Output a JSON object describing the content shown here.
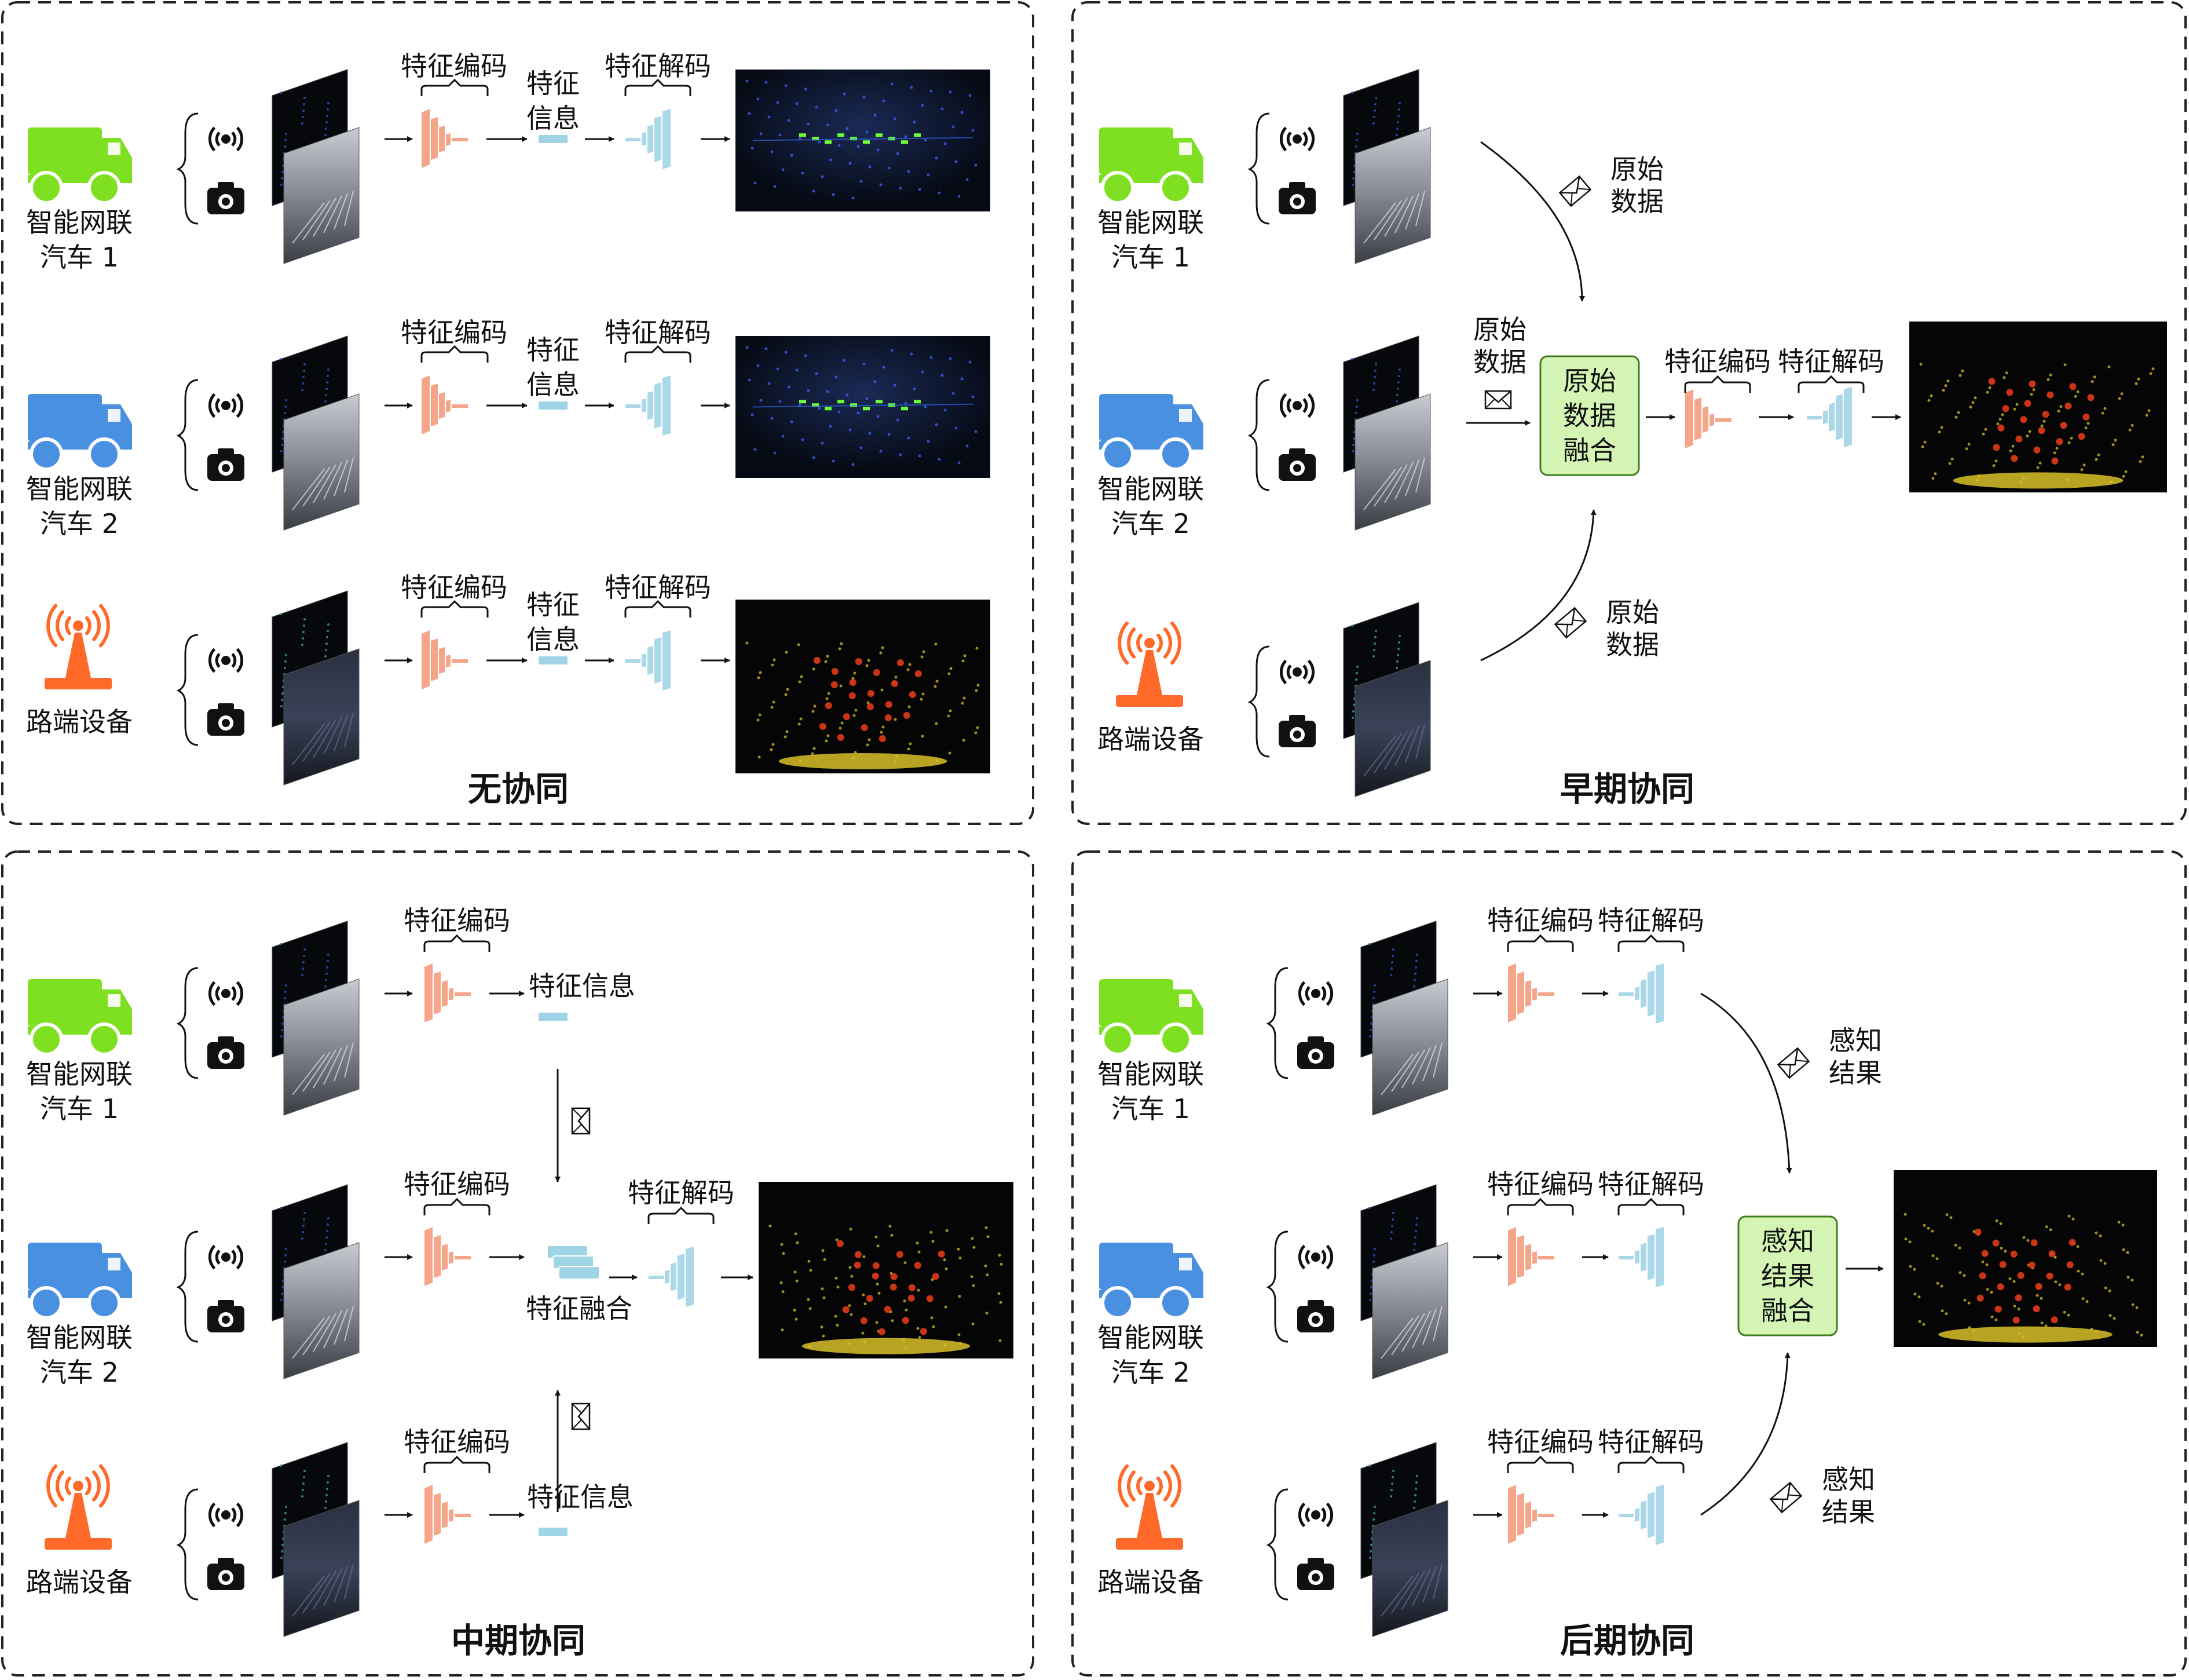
{
  "colors": {
    "vehicle1": "#7ee020",
    "vehicle2": "#4a90e0",
    "rsu": "#ff6a2a",
    "encoder": "#f4a58a",
    "decoder": "#aad8e8",
    "feature": "#9fd4e6",
    "fusion_box": "#d4f5b4",
    "fusion_border": "#3f7d20",
    "panel_border": "#222222"
  },
  "icons": [
    "truck-icon",
    "antenna-tower-icon",
    "lidar-icon",
    "camera-icon",
    "envelope-icon"
  ],
  "agents": {
    "vehicle1": [
      "智能网联",
      "汽车 1"
    ],
    "vehicle2": [
      "智能网联",
      "汽车 2"
    ],
    "rsu": "路端设备"
  },
  "labels": {
    "encode": "特征编码",
    "decode": "特征解码",
    "feat_info_split": [
      "特征",
      "信息"
    ],
    "feat_info": "特征信息",
    "feat_fusion": "特征融合",
    "raw_data": [
      "原始",
      "数据"
    ],
    "raw_fusion": [
      "原始",
      "数据",
      "融合"
    ],
    "percep_result": [
      "感知",
      "结果"
    ],
    "result_fusion": [
      "感知",
      "结果",
      "融合"
    ]
  },
  "panels": {
    "none": "无协同",
    "early": "早期协同",
    "mid": "中期协同",
    "late": "后期协同"
  }
}
